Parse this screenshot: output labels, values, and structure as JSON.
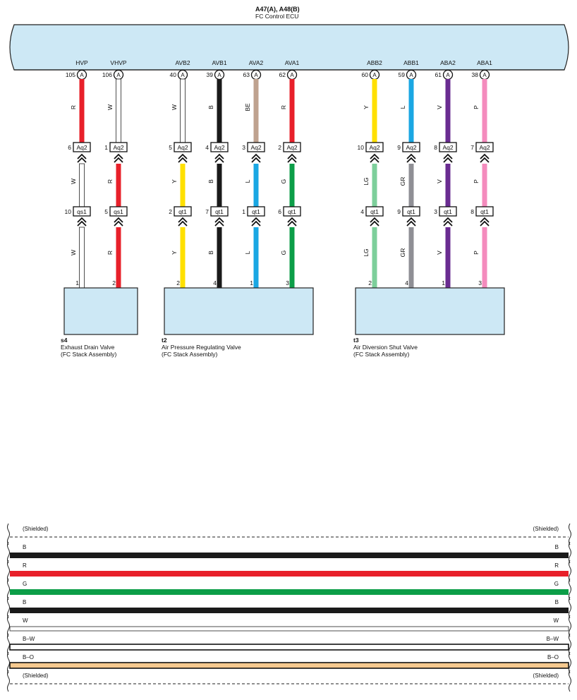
{
  "ecu": {
    "ids": "A47(A), A48(B)",
    "name": "FC Control ECU",
    "pins": [
      {
        "label": "HVP",
        "num": "105",
        "conn": "A"
      },
      {
        "label": "VHVP",
        "num": "106",
        "conn": "A"
      },
      {
        "label": "AVB2",
        "num": "40",
        "conn": "A"
      },
      {
        "label": "AVB1",
        "num": "39",
        "conn": "A"
      },
      {
        "label": "AVA2",
        "num": "63",
        "conn": "A"
      },
      {
        "label": "AVA1",
        "num": "62",
        "conn": "A"
      },
      {
        "label": "ABB2",
        "num": "60",
        "conn": "A"
      },
      {
        "label": "ABB1",
        "num": "59",
        "conn": "A"
      },
      {
        "label": "ABA2",
        "num": "61",
        "conn": "A"
      },
      {
        "label": "ABA1",
        "num": "38",
        "conn": "A"
      }
    ]
  },
  "wires": [
    {
      "upper": "R",
      "upper_color": "#e8202a",
      "mid": "W",
      "mid_color": "#ffffff",
      "lower": "W",
      "lower_color": "#ffffff",
      "aq_pin": "6",
      "aq": "Aq2",
      "j2_pin": "10",
      "j2": "qs1",
      "dev_pin": "1",
      "dev_label": "HVP"
    },
    {
      "upper": "W",
      "upper_color": "#ffffff",
      "mid": "R",
      "mid_color": "#e8202a",
      "lower": "R",
      "lower_color": "#e8202a",
      "aq_pin": "1",
      "aq": "Aq2",
      "j2_pin": "5",
      "j2": "qs1",
      "dev_pin": "2",
      "dev_label": "VHVP"
    },
    {
      "upper": "W",
      "upper_color": "#ffffff",
      "mid": "Y",
      "mid_color": "#ffe000",
      "lower": "Y",
      "lower_color": "#ffe000",
      "aq_pin": "5",
      "aq": "Aq2",
      "j2_pin": "2",
      "j2": "qt1",
      "dev_pin": "2",
      "dev_label": "AVB2"
    },
    {
      "upper": "B",
      "upper_color": "#1a1a1a",
      "mid": "B",
      "mid_color": "#1a1a1a",
      "lower": "B",
      "lower_color": "#1a1a1a",
      "aq_pin": "4",
      "aq": "Aq2",
      "j2_pin": "7",
      "j2": "qt1",
      "dev_pin": "4",
      "dev_label": "AVB1"
    },
    {
      "upper": "BE",
      "upper_color": "#bfa28f",
      "mid": "L",
      "mid_color": "#1aa7e3",
      "lower": "L",
      "lower_color": "#1aa7e3",
      "aq_pin": "3",
      "aq": "Aq2",
      "j2_pin": "1",
      "j2": "qt1",
      "dev_pin": "1",
      "dev_label": "AVA2"
    },
    {
      "upper": "R",
      "upper_color": "#e8202a",
      "mid": "G",
      "mid_color": "#0c9e48",
      "lower": "G",
      "lower_color": "#0c9e48",
      "aq_pin": "2",
      "aq": "Aq2",
      "j2_pin": "6",
      "j2": "qt1",
      "dev_pin": "3",
      "dev_label": "AVA1"
    },
    {
      "upper": "Y",
      "upper_color": "#ffe000",
      "mid": "LG",
      "mid_color": "#7dcf9b",
      "lower": "LG",
      "lower_color": "#7dcf9b",
      "aq_pin": "10",
      "aq": "Aq2",
      "j2_pin": "4",
      "j2": "qt1",
      "dev_pin": "2",
      "dev_label": "ABB2"
    },
    {
      "upper": "L",
      "upper_color": "#1aa7e3",
      "mid": "GR",
      "mid_color": "#8f8f95",
      "lower": "GR",
      "lower_color": "#8f8f95",
      "aq_pin": "9",
      "aq": "Aq2",
      "j2_pin": "9",
      "j2": "qt1",
      "dev_pin": "4",
      "dev_label": "ABB1"
    },
    {
      "upper": "V",
      "upper_color": "#6a2c91",
      "mid": "V",
      "mid_color": "#6a2c91",
      "lower": "V",
      "lower_color": "#6a2c91",
      "aq_pin": "8",
      "aq": "Aq2",
      "j2_pin": "3",
      "j2": "qt1",
      "dev_pin": "1",
      "dev_label": "ABA2"
    },
    {
      "upper": "P",
      "upper_color": "#f48bbd",
      "mid": "P",
      "mid_color": "#f48bbd",
      "lower": "P",
      "lower_color": "#f48bbd",
      "aq_pin": "7",
      "aq": "Aq2",
      "j2_pin": "8",
      "j2": "qt1",
      "dev_pin": "3",
      "dev_label": "ABA1"
    }
  ],
  "devices": [
    {
      "code": "s4",
      "name": "Exhaust Drain Valve",
      "sub": "(FC Stack Assembly)"
    },
    {
      "code": "t2",
      "name": "Air Pressure Regulating Valve",
      "sub": "(FC Stack Assembly)"
    },
    {
      "code": "t3",
      "name": "Air Diversion Shut Valve",
      "sub": "(FC Stack Assembly)"
    }
  ],
  "legend": [
    {
      "label": "(Shielded)",
      "kind": "shield",
      "color": ""
    },
    {
      "label": "B",
      "kind": "wire",
      "color": "#1a1a1a"
    },
    {
      "label": "R",
      "kind": "wire",
      "color": "#e8202a"
    },
    {
      "label": "G",
      "kind": "wire",
      "color": "#0c9e48"
    },
    {
      "label": "B",
      "kind": "wire",
      "color": "#1a1a1a"
    },
    {
      "label": "W",
      "kind": "wire",
      "color": "#ffffff"
    },
    {
      "label": "B–W",
      "kind": "stripe",
      "color": "#ffffff"
    },
    {
      "label": "B–O",
      "kind": "stripe",
      "color": "#f5c98f"
    },
    {
      "label": "(Shielded)",
      "kind": "shield",
      "color": ""
    }
  ],
  "colors": {
    "fill": "#cde8f5"
  }
}
